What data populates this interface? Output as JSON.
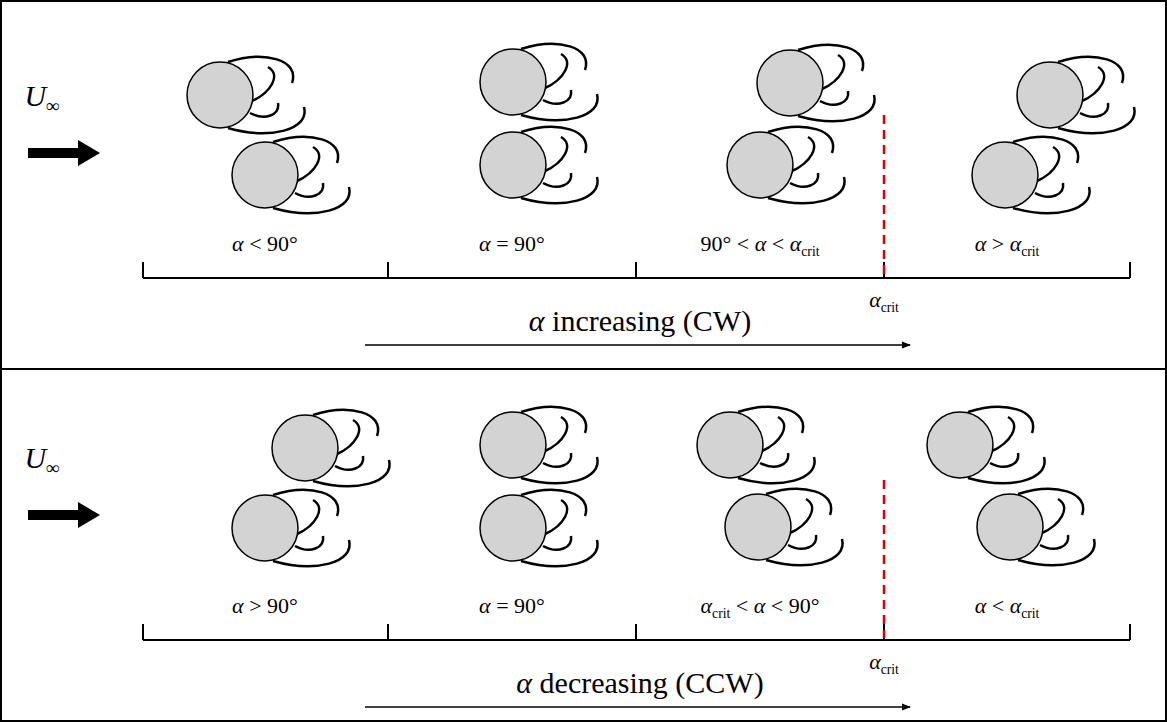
{
  "diagram": {
    "labels": [
      "U∞",
      "α < 90°",
      "α = 90°",
      "90° < α < αcrit",
      "α > αcrit",
      "αcrit",
      "α increasing (CW)",
      "U∞",
      "α > 90°",
      "α = 90°",
      "αcrit < α < 90°",
      "α < αcrit",
      "αcrit",
      "α decreasing (CCW)"
    ]
  }
}
